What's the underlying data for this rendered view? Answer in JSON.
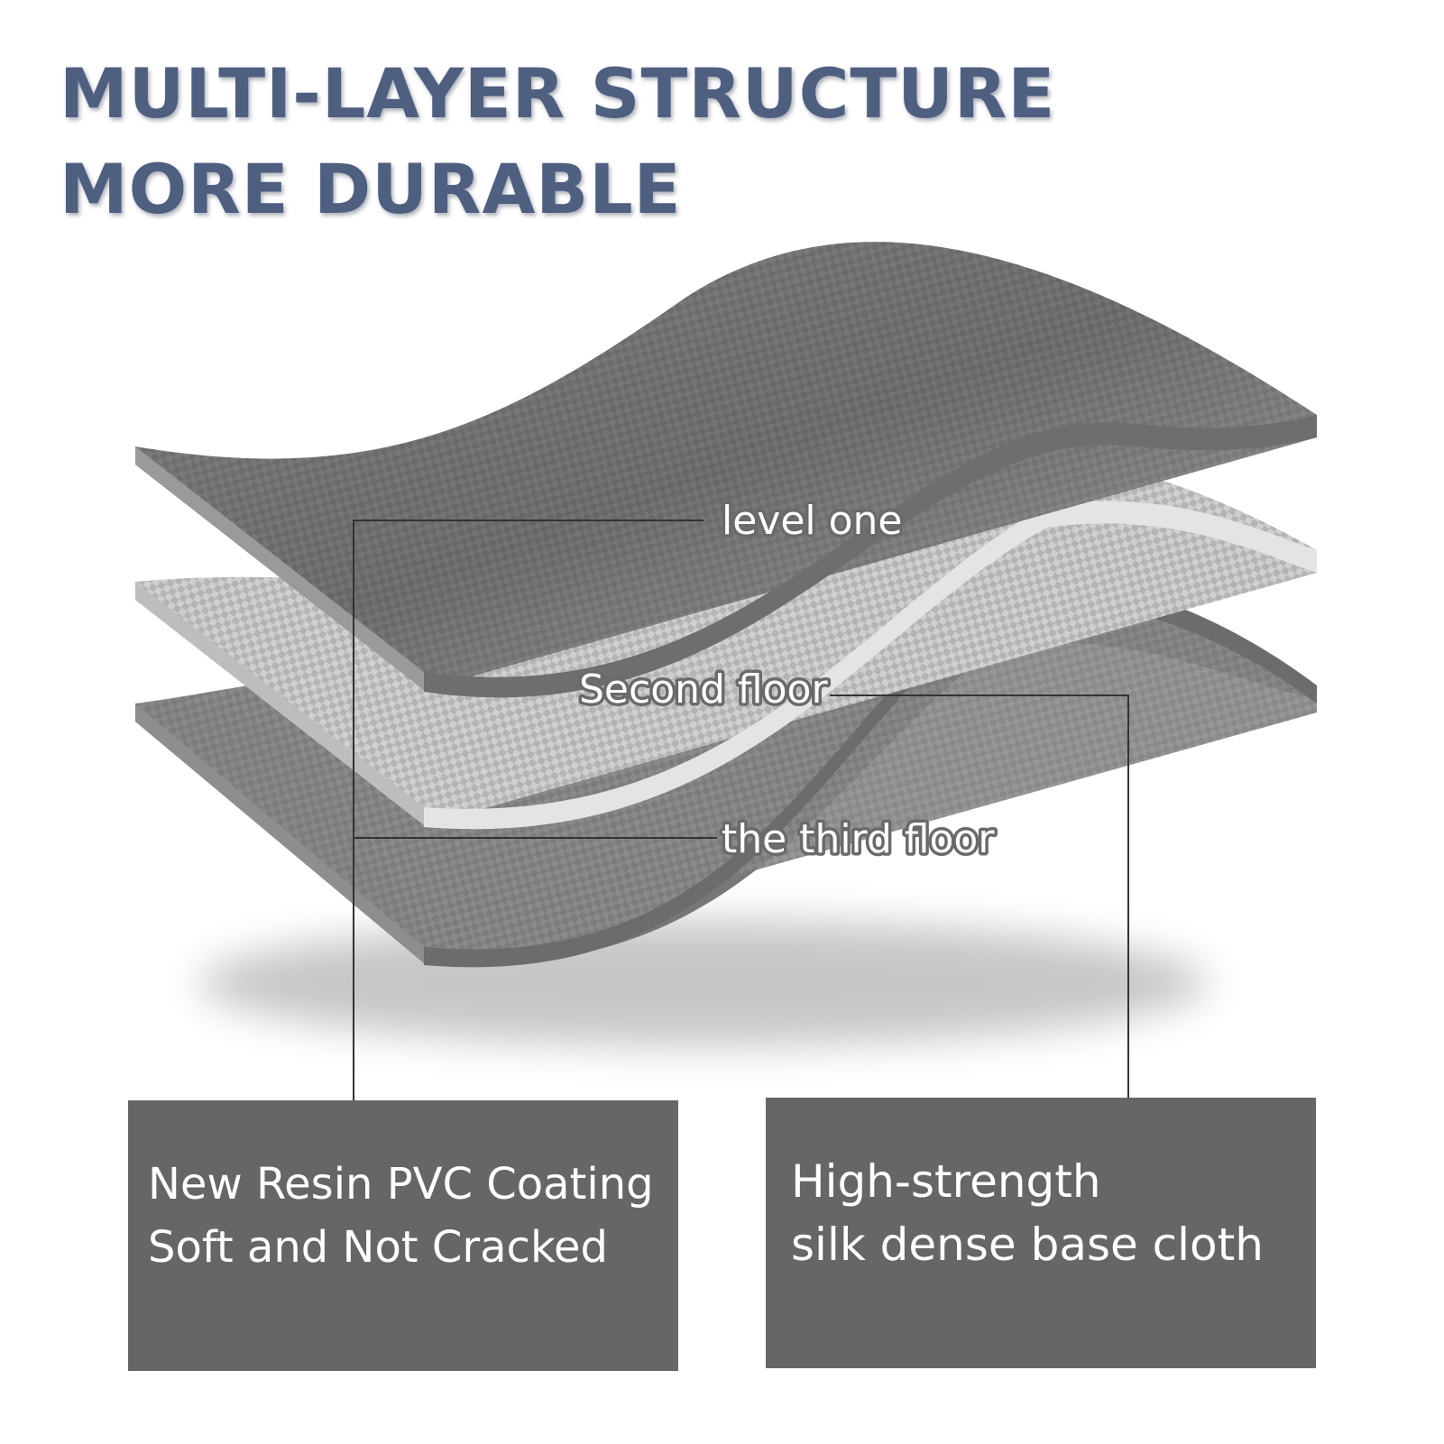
{
  "heading": {
    "line1": "MULTI-LAYER STRUCTURE",
    "line2": "MORE DURABLE"
  },
  "layers": [
    {
      "label": "level one"
    },
    {
      "label": "Second floor"
    },
    {
      "label": "the third floor"
    }
  ],
  "panels": {
    "left": {
      "line1": "New Resin PVC Coating",
      "line2": "Soft and Not Cracked"
    },
    "right": {
      "line1": "High-strength",
      "line2": "silk dense base cloth"
    }
  },
  "colors": {
    "heading": "#4f5f80",
    "panel": "#666666",
    "layer_dark": "#7a7a7a",
    "layer_light": "#c8c8c8"
  }
}
